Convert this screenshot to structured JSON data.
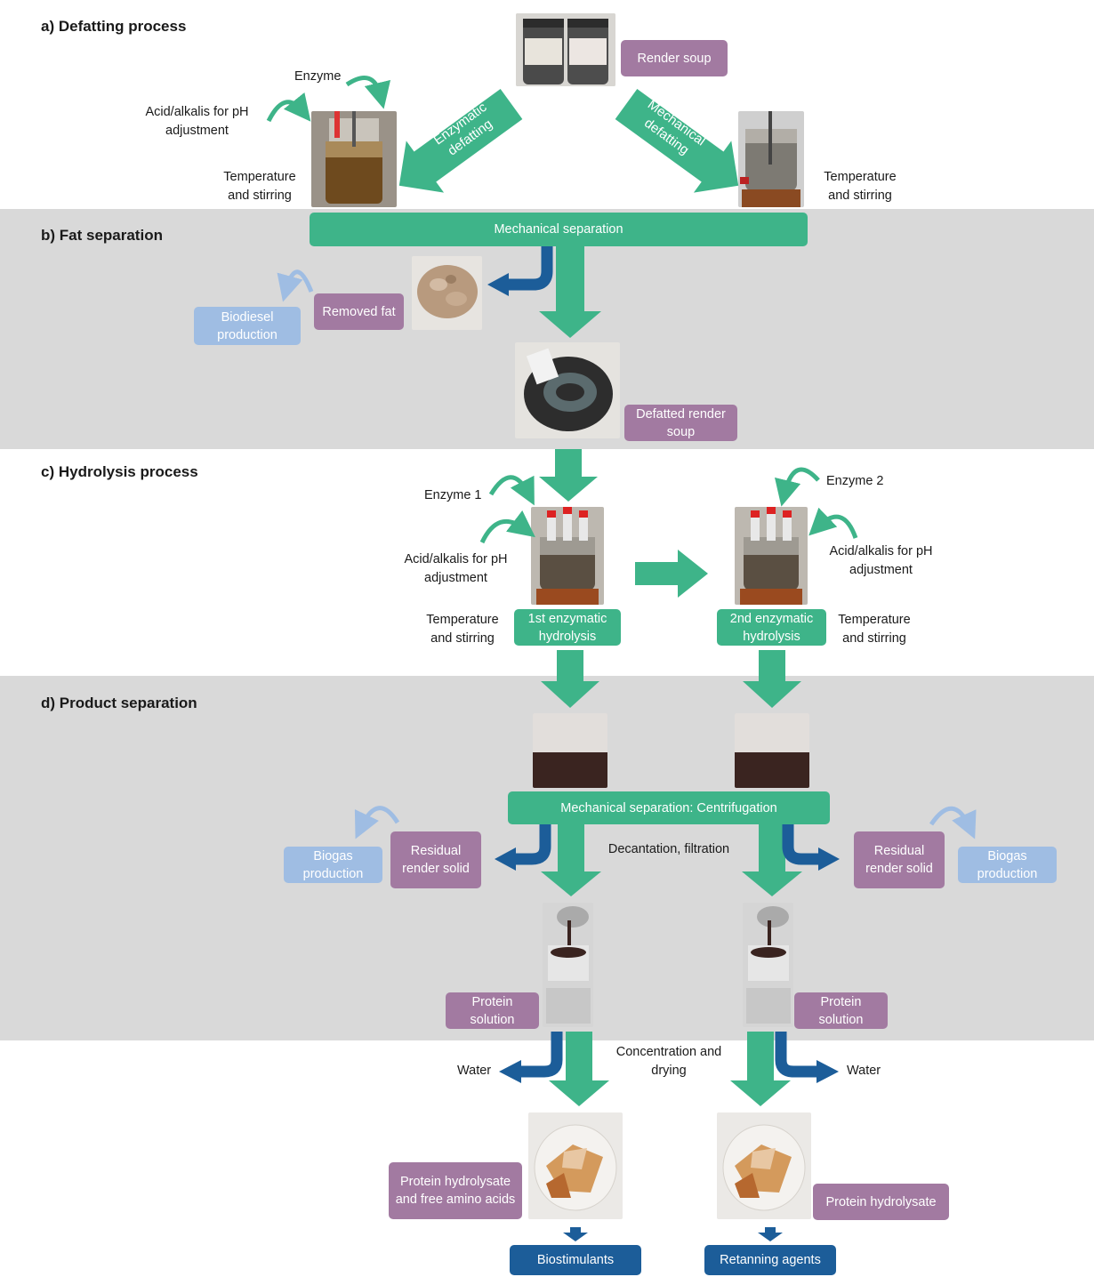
{
  "sections": {
    "a": "a) Defatting process",
    "b": "b) Fat separation",
    "c": "c) Hydrolysis process",
    "d": "d) Product separation"
  },
  "labels": {
    "enzyme": "Enzyme",
    "acid_ph_a": "Acid/alkalis for pH adjustment",
    "temp_a_left": "Temperature and stirring",
    "temp_a_right": "Temperature and stirring",
    "enzyme1": "Enzyme 1",
    "enzyme2": "Enzyme 2",
    "acid_ph_c1": "Acid/alkalis for pH adjustment",
    "acid_ph_c2": "Acid/alkalis for pH adjustment",
    "temp_c1": "Temperature and stirring",
    "temp_c2": "Temperature and stirring",
    "decantation": "Decantation, filtration",
    "water_left": "Water",
    "water_right": "Water",
    "concentration": "Concentration and drying"
  },
  "arrows": {
    "enzymatic": "Enzymatic defatting",
    "mechanical": "Mechanical defatting"
  },
  "boxes": {
    "render_soup": "Render soup",
    "mech_sep": "Mechanical separation",
    "removed_fat": "Removed fat",
    "biodiesel": "Biodiesel production",
    "defatted": "Defatted render soup",
    "hydrolysis1": "1st enzymatic hydrolysis",
    "hydrolysis2": "2nd enzymatic hydrolysis",
    "centrifugation": "Mechanical separation: Centrifugation",
    "residual_left": "Residual render solid",
    "residual_right": "Residual render solid",
    "biogas_left": "Biogas production",
    "biogas_right": "Biogas production",
    "protein_sol_left": "Protein solution",
    "protein_sol_right": "Protein solution",
    "hydrolysate_aa": "Protein hydrolysate and free amino acids",
    "hydrolysate": "Protein hydrolysate",
    "biostimulants": "Biostimulants",
    "retanning": "Retanning agents"
  },
  "colors": {
    "green": "#3eb489",
    "dark_blue": "#1c5d99",
    "purple": "#a27aa1",
    "light_blue": "#9fbde3",
    "band_gray": "#d9d9d9"
  },
  "photos": [
    "render-soup-jars-photo",
    "reactor-enzymatic-photo",
    "reactor-mechanical-photo",
    "removed-fat-photo",
    "defatted-soup-photo",
    "reactor-hydrolysis1-photo",
    "reactor-hydrolysis2-photo",
    "centrifuge-beaker-left-photo",
    "centrifuge-beaker-right-photo",
    "filtration-left-photo",
    "filtration-right-photo",
    "dried-product-left-photo",
    "dried-product-right-photo"
  ]
}
